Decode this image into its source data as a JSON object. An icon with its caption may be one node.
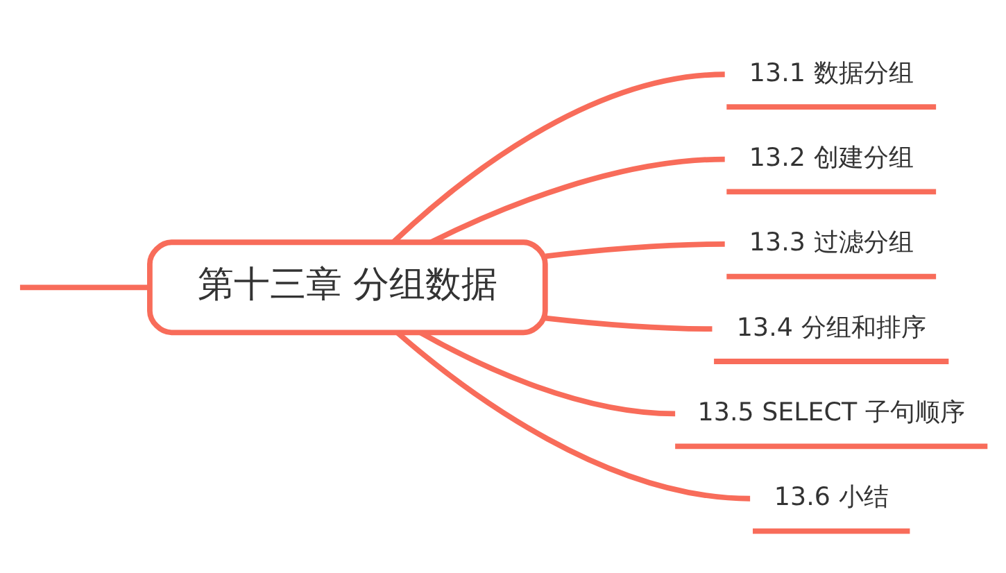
{
  "diagram": {
    "nodes": [
      {
        "text": [
          "第十三章 分组数据"
        ]
      },
      {
        "text": [
          "13.1 数据分组"
        ]
      },
      {
        "text": [
          "13.2 创建分组"
        ]
      },
      {
        "text": [
          "13.3 过滤分组"
        ]
      },
      {
        "text": [
          "13.4 分组和排序"
        ]
      },
      {
        "text": [
          "13.5 SELECT 子句顺序"
        ]
      },
      {
        "text": [
          "13.6 小结"
        ]
      }
    ],
    "edges": [
      {
        "from": null,
        "to": 0,
        "arrow": "none"
      },
      {
        "from": 0,
        "to": 1,
        "arrow": "none"
      },
      {
        "from": 0,
        "to": 2,
        "arrow": "none"
      },
      {
        "from": 0,
        "to": 3,
        "arrow": "none"
      },
      {
        "from": 0,
        "to": 4,
        "arrow": "none"
      },
      {
        "from": 0,
        "to": 5,
        "arrow": "none"
      },
      {
        "from": 0,
        "to": 6,
        "arrow": "none"
      }
    ]
  }
}
